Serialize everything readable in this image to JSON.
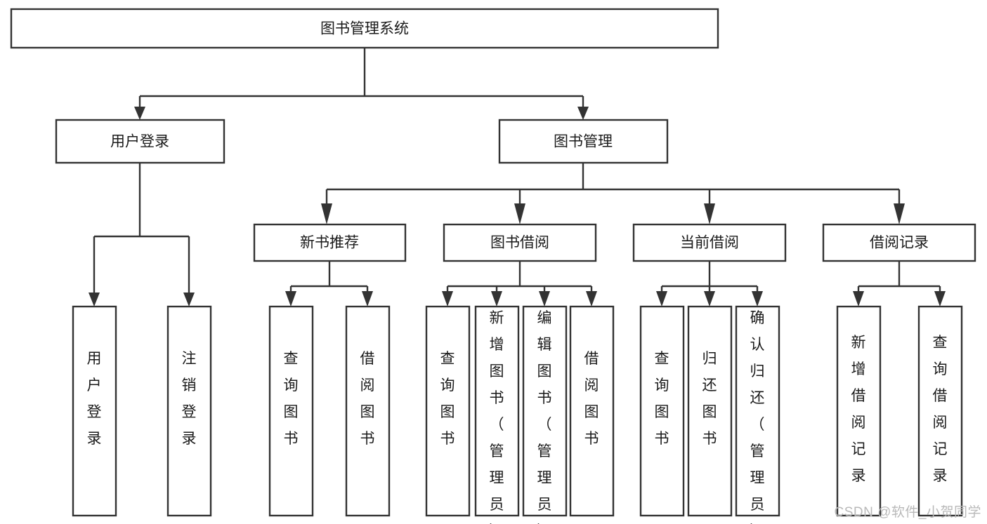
{
  "diagram": {
    "type": "tree-hierarchy",
    "title": "图书管理系统",
    "watermark": "CSDN @软件_小贺同学",
    "colors": {
      "stroke": "#333333",
      "box_fill": "#ffffff",
      "text": "#1a1a1a",
      "watermark": "#b9b9b9",
      "background": "#ffffff"
    },
    "levels": {
      "root": {
        "label": "图书管理系统",
        "orientation": "horizontal"
      },
      "level2": [
        {
          "label": "用户登录",
          "orientation": "horizontal"
        },
        {
          "label": "图书管理",
          "orientation": "horizontal"
        }
      ],
      "level3": [
        {
          "label": "新书推荐",
          "orientation": "horizontal",
          "parent": "图书管理"
        },
        {
          "label": "图书借阅",
          "orientation": "horizontal",
          "parent": "图书管理"
        },
        {
          "label": "当前借阅",
          "orientation": "horizontal",
          "parent": "图书管理"
        },
        {
          "label": "借阅记录",
          "orientation": "horizontal",
          "parent": "图书管理"
        }
      ],
      "leaves": [
        {
          "label": "用户登录",
          "parent": "用户登录",
          "orientation": "vertical"
        },
        {
          "label": "注销登录",
          "parent": "用户登录",
          "orientation": "vertical"
        },
        {
          "label": "查询图书",
          "parent": "新书推荐",
          "orientation": "vertical"
        },
        {
          "label": "借阅图书",
          "parent": "新书推荐",
          "orientation": "vertical"
        },
        {
          "label": "查询图书",
          "parent": "图书借阅",
          "orientation": "vertical"
        },
        {
          "label": "新增图书（管理员）",
          "parent": "图书借阅",
          "orientation": "vertical"
        },
        {
          "label": "编辑图书（管理员）",
          "parent": "图书借阅",
          "orientation": "vertical"
        },
        {
          "label": "借阅图书",
          "parent": "图书借阅",
          "orientation": "vertical"
        },
        {
          "label": "查询图书",
          "parent": "当前借阅",
          "orientation": "vertical"
        },
        {
          "label": "归还图书",
          "parent": "当前借阅",
          "orientation": "vertical"
        },
        {
          "label": "确认归还（管理员）",
          "parent": "当前借阅",
          "orientation": "vertical"
        },
        {
          "label": "新增借阅记录",
          "parent": "借阅记录",
          "orientation": "vertical"
        },
        {
          "label": "查询借阅记录",
          "parent": "借阅记录",
          "orientation": "vertical"
        }
      ]
    }
  }
}
